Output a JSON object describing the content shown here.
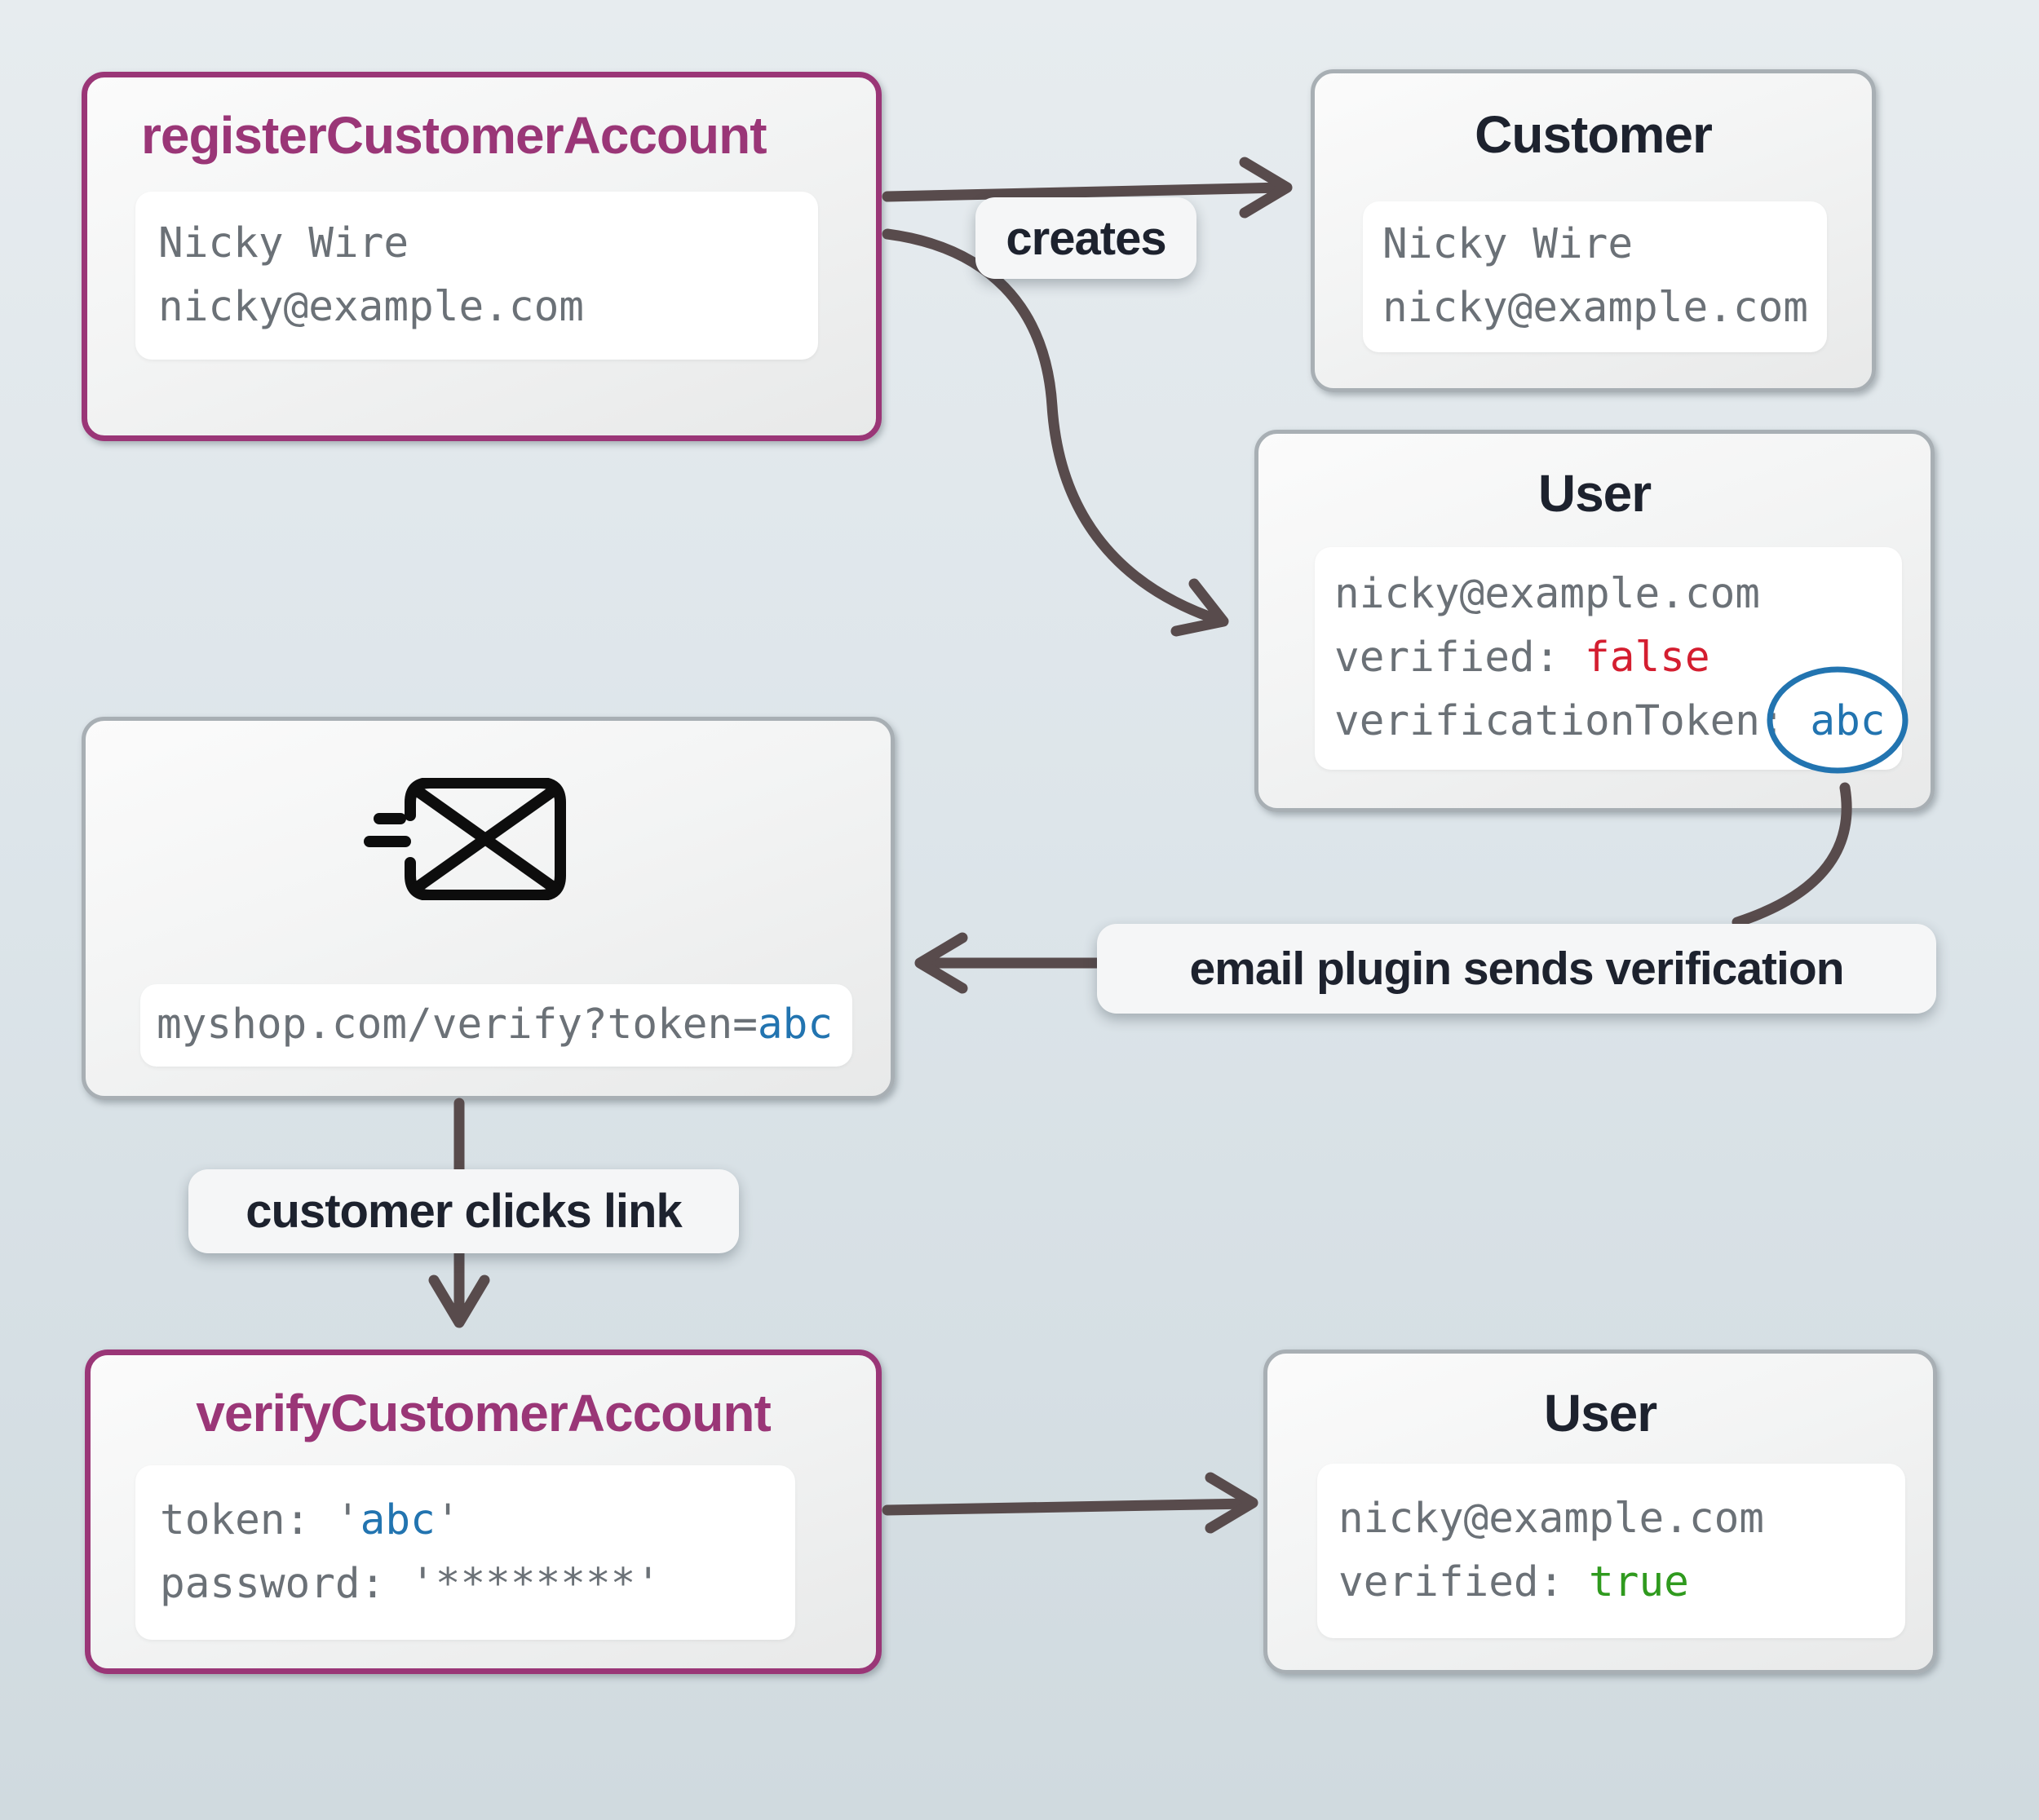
{
  "colors": {
    "purple": "#9a3677",
    "red": "#d41e30",
    "green": "#2f9a1e",
    "blue": "#2274b0",
    "arrow": "#584b4c",
    "dark": "#1d222e",
    "mono_gray": "#6b7177"
  },
  "boxes": {
    "register": {
      "title": "registerCustomerAccount",
      "line1": "Nicky Wire",
      "line2": "nicky@example.com"
    },
    "customer": {
      "title": "Customer",
      "line1": "Nicky Wire",
      "line2": "nicky@example.com"
    },
    "user_unverified": {
      "title": "User",
      "email": "nicky@example.com",
      "verified_key": "verified: ",
      "verified_value": "false",
      "token_key": "verificationToken: ",
      "token_value": "abc"
    },
    "email_message": {
      "url_prefix": "myshop.com/verify?token=",
      "token_value": "abc"
    },
    "verify": {
      "title": "verifyCustomerAccount",
      "token_key": "token: ",
      "quote": "'",
      "token_value": "abc",
      "password_key": "password: ",
      "password_value": "'********'"
    },
    "user_verified": {
      "title": "User",
      "email": "nicky@example.com",
      "verified_key": "verified: ",
      "verified_value": "true"
    }
  },
  "labels": {
    "creates": "creates",
    "email_plugin": "email plugin sends verification",
    "customer_clicks": "customer clicks link"
  }
}
